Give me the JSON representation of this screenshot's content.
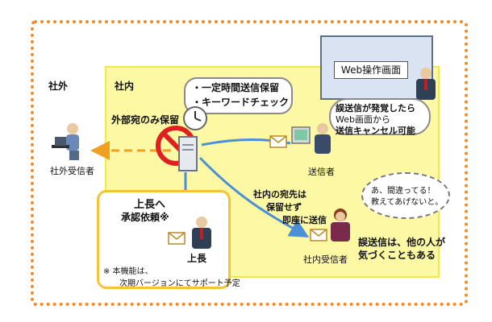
{
  "zones": {
    "outside_label": "社外",
    "inside_label": "社内"
  },
  "server": {
    "hold_label": "外部宛のみ保留"
  },
  "features_bubble": {
    "line1": "・一定時間送信保留",
    "line2": "・キーワードチェック"
  },
  "web_panel": {
    "screen_title": "Web操作画面",
    "caption_line1": "誤送信が発覚したら",
    "caption_line2": "Web画面から",
    "caption_line3": "送信キャンセル可能"
  },
  "actors": {
    "external_recipient": "社外受信者",
    "sender": "送信者",
    "boss": "上長",
    "internal_recipient": "社内受信者"
  },
  "internal_route": {
    "line1": "社内の宛先は",
    "line2": "保留せず",
    "line3": "即座に送信"
  },
  "approval": {
    "line1": "上長へ",
    "line2": "承認依頼※",
    "footnote_line1": "※ 本機能は、",
    "footnote_line2": "次期バージョンにてサポート予定"
  },
  "thought_bubble": {
    "line1": "あ、間違ってる！",
    "line2": "教えてあげないと。"
  },
  "internal_note": {
    "line1": "誤送信は、他の人が",
    "line2": "気づくこともある"
  }
}
